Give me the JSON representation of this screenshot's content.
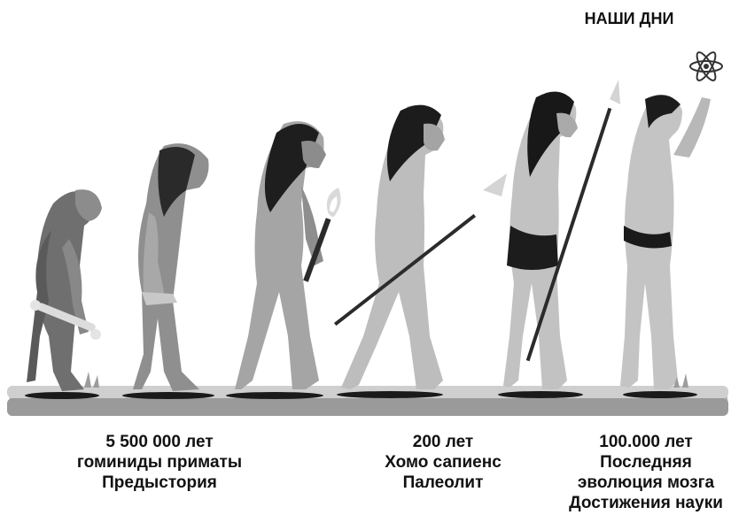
{
  "header": {
    "top_label": "НАШИ ДНИ"
  },
  "captions": {
    "first": {
      "line1": "5 500 000 лет",
      "line2": "гоминиды приматы",
      "line3": "Предыстория"
    },
    "second": {
      "line1": "200 лет",
      "line2": "Хомо сапиенс",
      "line3": "Палеолит"
    },
    "third": {
      "line1": "100.000 лет",
      "line2": "Последняя",
      "line3": "эволюция мозга",
      "line4": "Достижения науки"
    }
  },
  "colors": {
    "background": "#ffffff",
    "ground_top": "#c9c9c9",
    "ground_front": "#9a9a9a",
    "shadow": "#1a1a1a",
    "hair": "#1e1e1e",
    "body_dark": "#7a7a7a",
    "body_mid": "#a3a3a3",
    "body_light": "#c4c4c4",
    "face": "#b0b0b0"
  },
  "figures": [
    "ape",
    "early-hominid",
    "caveman-with-torch",
    "homo-erectus-with-spear",
    "homo-sapiens-with-spear",
    "modern-human-with-atom"
  ]
}
